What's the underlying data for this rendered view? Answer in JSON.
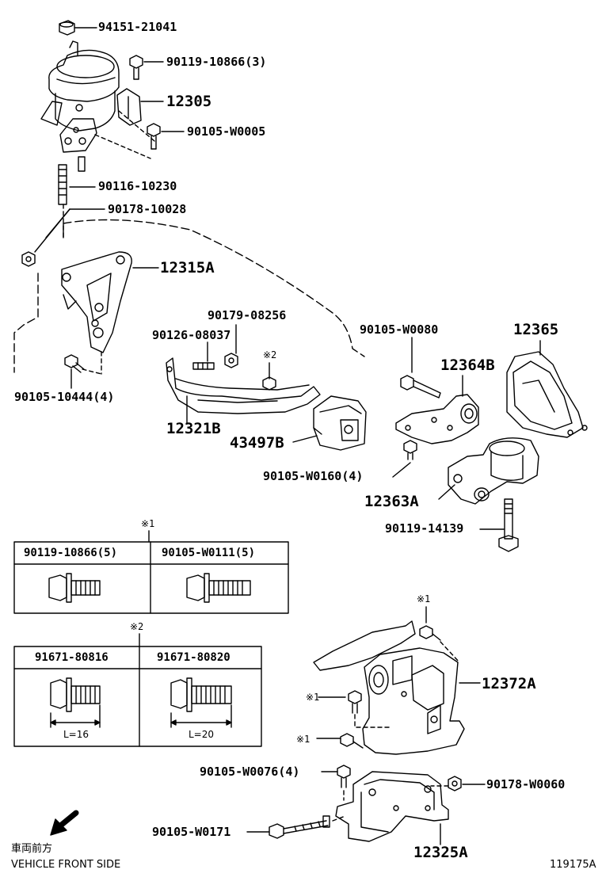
{
  "labels": {
    "p94151_21041": "94151-21041",
    "p90119_10866_3": "90119-10866(3)",
    "p12305": "12305",
    "p90105_W0005": "90105-W0005",
    "p90116_10230": "90116-10230",
    "p90178_10028": "90178-10028",
    "p12315A": "12315A",
    "p90179_08256": "90179-08256",
    "p90126_08037": "90126-08037",
    "p90105_W0080": "90105-W0080",
    "p12365": "12365",
    "p12364B": "12364B",
    "p12321B": "12321B",
    "p43497B": "43497B",
    "p90105_10444_4": "90105-10444(4)",
    "p90105_W0160_4": "90105-W0160(4)",
    "p12363A": "12363A",
    "p90119_14139": "90119-14139",
    "p12372A": "12372A",
    "p90105_W0076_4": "90105-W0076(4)",
    "p90178_W0060": "90178-W0060",
    "p90105_W0171": "90105-W0171",
    "p12325A": "12325A"
  },
  "marks": {
    "m1": "※1",
    "m2": "※2"
  },
  "table1": {
    "mark": "※1",
    "col1": "90119-10866(5)",
    "col2": "90105-W0111(5)"
  },
  "table2": {
    "mark": "※2",
    "col1": "91671-80816",
    "col2": "91671-80820",
    "dim1": "L=16",
    "dim2": "L=20"
  },
  "footer": {
    "direction_jp": "車両前方",
    "direction_en": "VEHICLE FRONT SIDE",
    "figure_id": "119175A"
  }
}
